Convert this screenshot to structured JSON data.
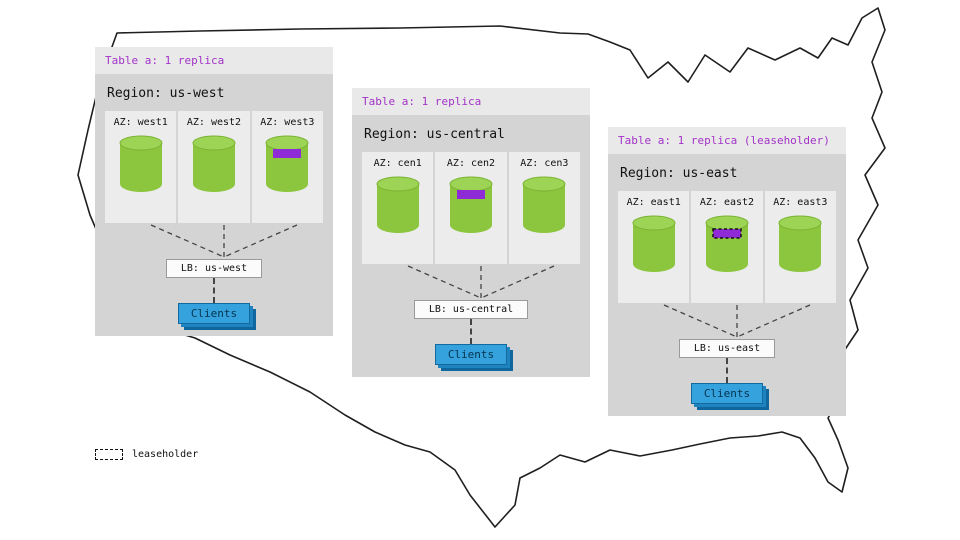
{
  "legend": {
    "label": "leaseholder"
  },
  "regions": [
    {
      "table_label": "Table a: 1 replica",
      "region_label": "Region: us-west",
      "azs": [
        {
          "label": "AZ: west1",
          "highlight": "none"
        },
        {
          "label": "AZ: west2",
          "highlight": "none"
        },
        {
          "label": "AZ: west3",
          "highlight": "replica"
        }
      ],
      "lb_label": "LB: us-west",
      "clients_label": "Clients"
    },
    {
      "table_label": "Table a: 1 replica",
      "region_label": "Region: us-central",
      "azs": [
        {
          "label": "AZ: cen1",
          "highlight": "none"
        },
        {
          "label": "AZ: cen2",
          "highlight": "replica"
        },
        {
          "label": "AZ: cen3",
          "highlight": "none"
        }
      ],
      "lb_label": "LB: us-central",
      "clients_label": "Clients"
    },
    {
      "table_label": "Table a: 1 replica (leaseholder)",
      "region_label": "Region: us-east",
      "azs": [
        {
          "label": "AZ: east1",
          "highlight": "none"
        },
        {
          "label": "AZ: east2",
          "highlight": "leaseholder"
        },
        {
          "label": "AZ: east3",
          "highlight": "none"
        }
      ],
      "lb_label": "LB: us-east",
      "clients_label": "Clients"
    }
  ],
  "colors": {
    "accent_purple_text": "#a333c8",
    "band_purple": "#8e2ad6",
    "replica_green": "#8cc63e",
    "clients_blue": "#35a2dd",
    "panel_gray": "#d4d4d4",
    "header_gray": "#e9e9e9",
    "az_gray": "#ececec"
  }
}
